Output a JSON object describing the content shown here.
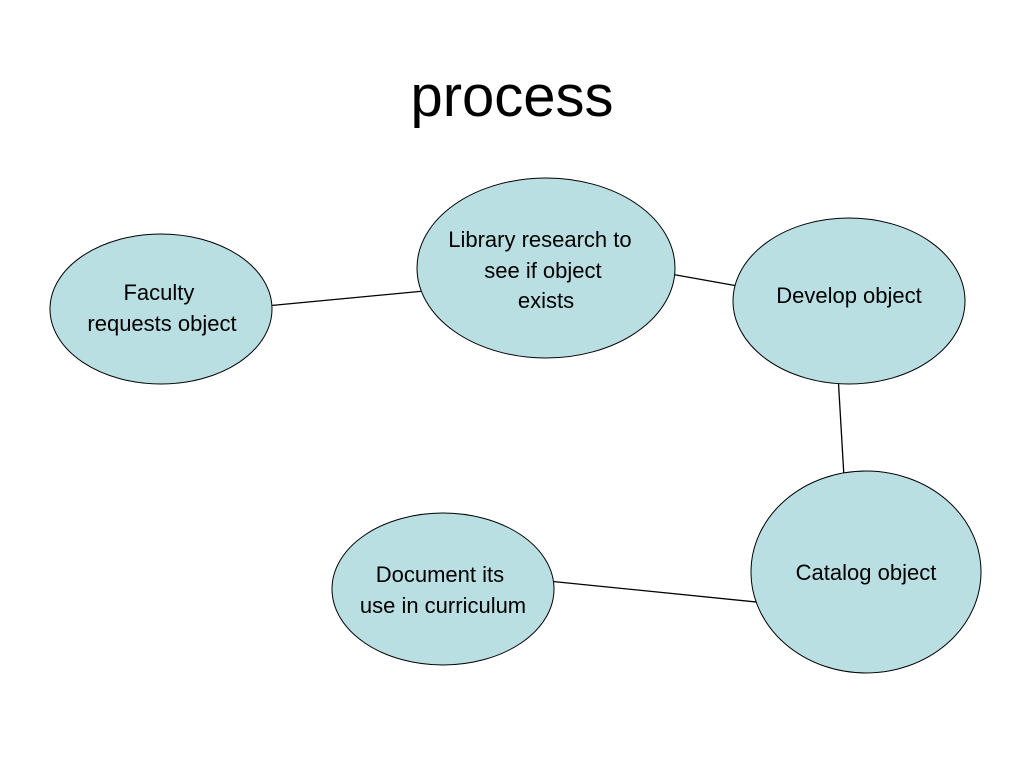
{
  "slide": {
    "title": "process"
  },
  "diagram": {
    "node_fill": "#b9dfe3",
    "node_stroke": "#000000",
    "nodes": [
      {
        "id": "faculty",
        "lines": [
          "Faculty",
          "requests object"
        ]
      },
      {
        "id": "library",
        "lines": [
          "Library research to",
          "see if object",
          "exists"
        ]
      },
      {
        "id": "develop",
        "lines": [
          "Develop object"
        ]
      },
      {
        "id": "catalog",
        "lines": [
          "Catalog object"
        ]
      },
      {
        "id": "document",
        "lines": [
          "Document its",
          "use in curriculum"
        ]
      }
    ],
    "edges": [
      {
        "from": "faculty",
        "to": "library"
      },
      {
        "from": "library",
        "to": "develop"
      },
      {
        "from": "develop",
        "to": "catalog"
      },
      {
        "from": "catalog",
        "to": "document"
      }
    ]
  }
}
